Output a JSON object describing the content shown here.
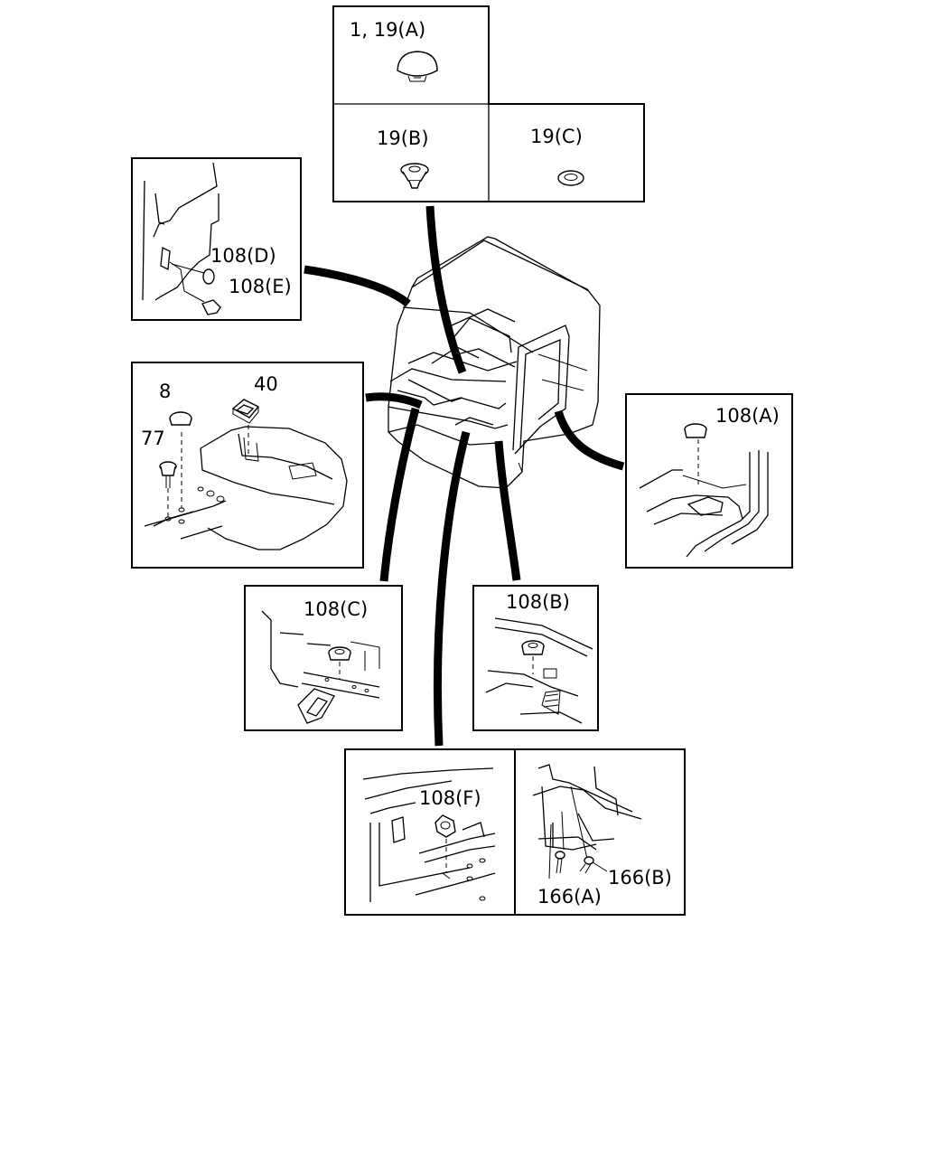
{
  "labels": {
    "top_a": "1, 19(A)",
    "top_b": "19(B)",
    "top_c": "19(C)",
    "d": "108(D)",
    "e": "108(E)",
    "p8": "8",
    "p40": "40",
    "p77": "77",
    "a": "108(A)",
    "c": "108(C)",
    "b": "108(B)",
    "f": "108(F)",
    "s166b": "166(B)",
    "s166a": "166(A)"
  },
  "icons": [
    "plug-cap",
    "push-clip",
    "grommet",
    "rubber-plug",
    "bolt"
  ]
}
